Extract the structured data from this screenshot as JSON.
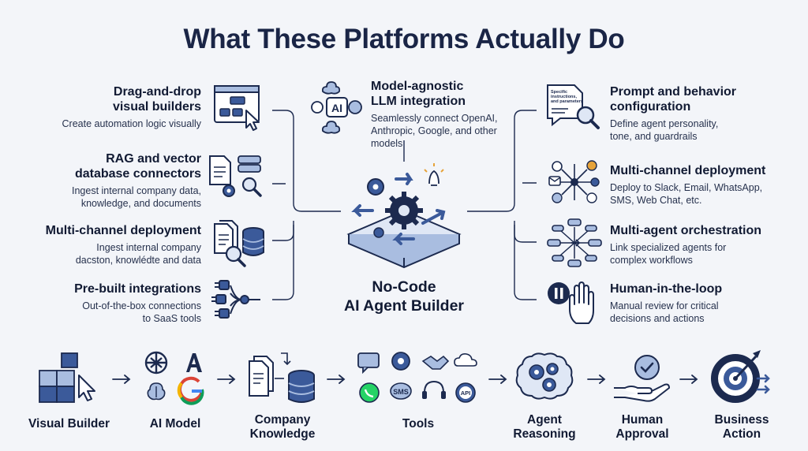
{
  "title": "What These Platforms Actually Do",
  "center": {
    "line1": "No-Code",
    "line2": "AI Agent Builder"
  },
  "left_features": [
    {
      "title": "Drag-and-drop\nvisual builders",
      "desc": "Create automation logic visually",
      "icon": "visual-builder-icon"
    },
    {
      "title": "RAG and vector\ndatabase connectors",
      "desc": "Ingest internal company data,\nknowledge, and documents",
      "icon": "documents-database-icon"
    },
    {
      "title": "Multi-channel deployment",
      "desc": "Ingest internal company\ndacston, knowlédte and data",
      "icon": "documents-database-search-icon"
    },
    {
      "title": "Pre-built integrations",
      "desc": "Out-of-the-box connections\nto SaaS tools",
      "icon": "plug-integrations-icon"
    }
  ],
  "top_feature": {
    "title": "Model-agnostic\nLLM integration",
    "desc": "Seamlessly connect OpenAI,\nAnthropic, Google, and other\nmodels",
    "icon": "llm-brains-icon",
    "icon_text": "AI"
  },
  "right_features": [
    {
      "title": "Prompt and behavior\nconfiguration",
      "desc": "Define agent personality,\ntone, and guardrails",
      "icon": "prompt-document-icon",
      "doc_text": "Specific\ninstructions,\nand parameters"
    },
    {
      "title": "Multi-channel deployment",
      "desc": "Deploy to Slack, Email, WhatsApp,\nSMS, Web Chat, etc.",
      "icon": "channels-hub-icon"
    },
    {
      "title": "Multi-agent orchestration",
      "desc": "Link specialized agents for\ncomplex workflows",
      "icon": "agents-network-icon"
    },
    {
      "title": "Human-in-the-loop",
      "desc": "Manual review for critical\ndecisions and actions",
      "icon": "pause-hand-icon"
    }
  ],
  "pipeline": [
    {
      "label": "Visual Builder",
      "icon": "blocks-cursor-icon"
    },
    {
      "label": "AI Model",
      "icon": "ai-model-logos-icon"
    },
    {
      "label": "Company\nKnowledge",
      "icon": "docs-database-icon"
    },
    {
      "label": "Tools",
      "icon": "tools-grid-icon",
      "sms": "SMS",
      "api": "API"
    },
    {
      "label": "Agent\nReasoning",
      "icon": "brain-gears-icon"
    },
    {
      "label": "Human\nApproval",
      "icon": "hand-check-icon"
    },
    {
      "label": "Business\nAction",
      "icon": "target-icon"
    }
  ],
  "colors": {
    "navy": "#1c2a4f",
    "blue": "#3b5a9a",
    "light_blue": "#a9bde0",
    "accent": "#e6a33a",
    "background": "#f3f5f9"
  }
}
